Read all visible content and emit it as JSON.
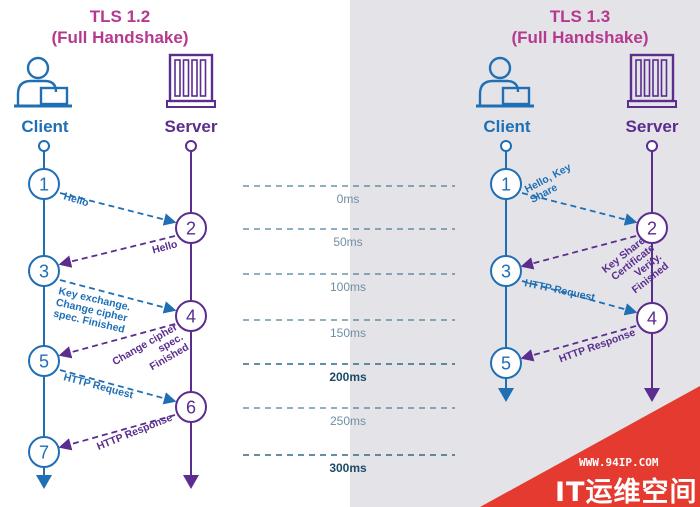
{
  "colors": {
    "title": "#b5398f",
    "client": "#1f6fb5",
    "server": "#5a2d8e",
    "arrow_client_to_server": "#1f6fb5",
    "arrow_server_to_client": "#5a2d8e",
    "timeline": "#2f6a8a",
    "bg_right": "#e4e4e8",
    "watermark": "#e53a2f"
  },
  "panels": [
    {
      "title_line1": "TLS 1.2",
      "title_line2": "(Full Handshake)",
      "client_label": "Client",
      "server_label": "Server",
      "client_icon": "person-at-laptop-icon",
      "server_icon": "server-rack-icon",
      "client_steps": [
        "1",
        "3",
        "5",
        "7"
      ],
      "server_steps": [
        "2",
        "4",
        "6"
      ],
      "messages": [
        {
          "text": "Hello",
          "direction": "client-to-server"
        },
        {
          "text": "Hello",
          "direction": "server-to-client"
        },
        {
          "lines": [
            "Key exchange.",
            "Change cipher",
            "spec. Finished"
          ],
          "direction": "client-to-server"
        },
        {
          "lines": [
            "Change cipher",
            "spec.",
            "Finished"
          ],
          "direction": "server-to-client"
        },
        {
          "text": "HTTP Request",
          "direction": "client-to-server"
        },
        {
          "text": "HTTP Response",
          "direction": "server-to-client"
        }
      ]
    },
    {
      "title_line1": "TLS 1.3",
      "title_line2": "(Full Handshake)",
      "client_label": "Client",
      "server_label": "Server",
      "client_icon": "person-at-laptop-icon",
      "server_icon": "server-rack-icon",
      "client_steps": [
        "1",
        "3",
        "5"
      ],
      "server_steps": [
        "2",
        "4"
      ],
      "messages": [
        {
          "lines": [
            "Hello, Key",
            "Share"
          ],
          "direction": "client-to-server"
        },
        {
          "lines": [
            "Key Share.",
            "Certificate",
            "Verify.",
            "Finished"
          ],
          "direction": "server-to-client"
        },
        {
          "text": "HTTP Request",
          "direction": "client-to-server"
        },
        {
          "text": "HTTP Response",
          "direction": "server-to-client"
        }
      ]
    }
  ],
  "timeline": [
    "0ms",
    "50ms",
    "100ms",
    "150ms",
    "200ms",
    "250ms",
    "300ms"
  ],
  "watermark": {
    "url": "WWW.94IP.COM",
    "brand": "IT运维空间"
  }
}
